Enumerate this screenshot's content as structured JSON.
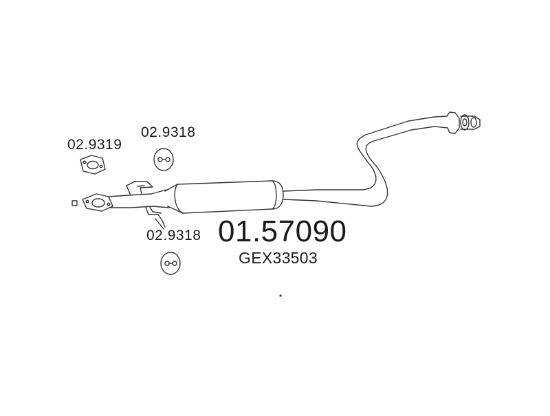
{
  "labels": {
    "gasket_part": "02.9319",
    "hanger_part_top": "02.9318",
    "hanger_part_bottom": "02.9318",
    "main_part": "01.57090",
    "oe_number": "GEX33503"
  },
  "colors": {
    "line": "#333333",
    "text": "#1a1a1a"
  }
}
